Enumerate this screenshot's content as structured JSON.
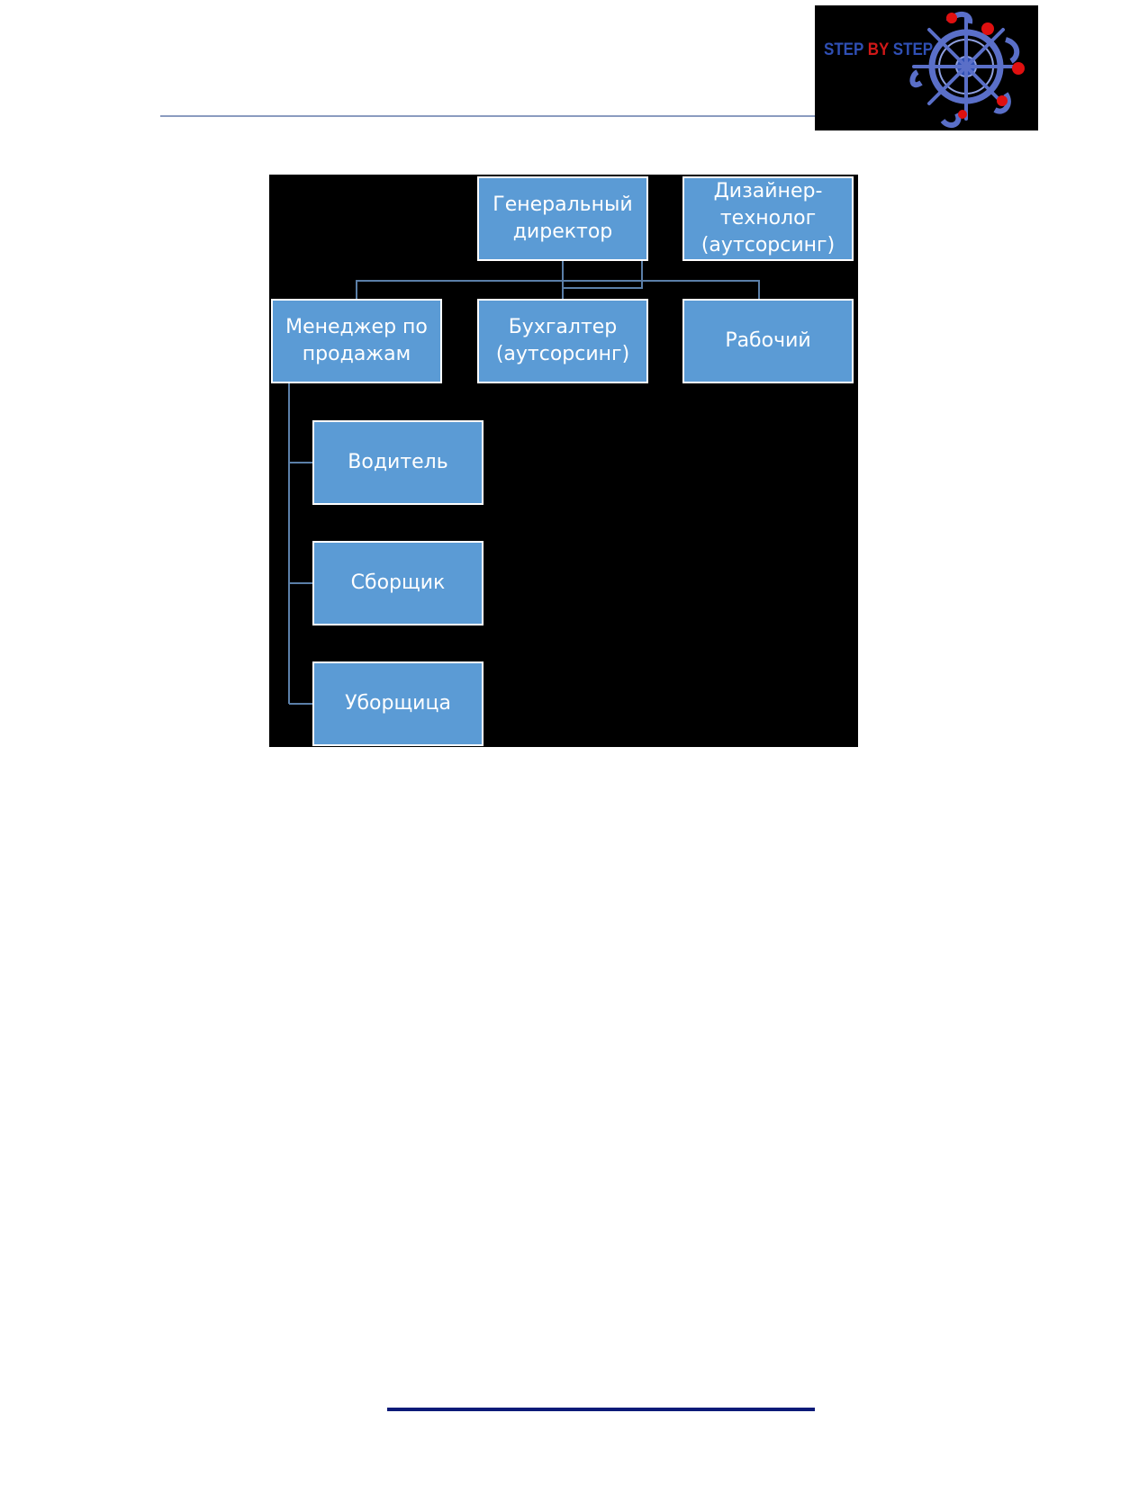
{
  "logo": {
    "words": [
      "STEP",
      "BY",
      "STEP"
    ],
    "colors": {
      "step": "#2f4fb4",
      "by": "#d01818",
      "wheel": "#5a6fc8",
      "dots": "#e01010",
      "background": "#000000"
    }
  },
  "org_chart": {
    "nodes": {
      "ceo": "Генеральный\nдиректор",
      "designer": "Дизайнер-\nтехнолог\n(аутсорсинг)",
      "sales_manager": "Менеджер по\nпродажам",
      "accountant": "Бухгалтер\n(аутсорсинг)",
      "worker": "Рабочий",
      "driver": "Водитель",
      "assembler": "Сборщик",
      "cleaner": "Уборщица"
    },
    "colors": {
      "node_fill": "#5b9bd5",
      "node_border": "#ffffff",
      "connector": "#5b7fa8",
      "background": "#000000"
    }
  },
  "page": {
    "header_rule_color": "#8a9bbf",
    "footer_rule_color": "#0b1a78"
  }
}
